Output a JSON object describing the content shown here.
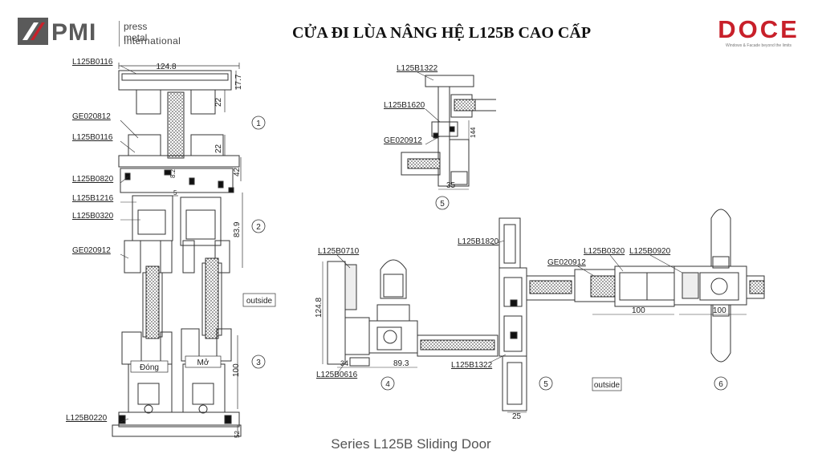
{
  "header": {
    "brand_name": "PMI",
    "brand_line1": "press metal",
    "brand_line2": "International",
    "title": "CỬA ĐI LÙA NÂNG HỆ L125B CAO CẤP",
    "doce_name": "DOCE",
    "doce_tagline": "Windows & Facade beyond the limits"
  },
  "section_left": {
    "labels": [
      "L125B0116",
      "GE020812",
      "L125B0116",
      "L125B0820",
      "L125B1216",
      "L125B0320",
      "GE020912",
      "L125B0220"
    ],
    "dims": [
      "124.8",
      "17.7",
      "22",
      "22",
      "42",
      "8.2",
      "5",
      "83.9",
      "100",
      "52"
    ],
    "markers": [
      "1",
      "2",
      "3"
    ],
    "outside": "outside",
    "dong": "Đóng",
    "mo": "Mở"
  },
  "section_top": {
    "labels": [
      "L125B1322",
      "L125B1620",
      "GE020912"
    ],
    "dims": [
      "144",
      "35"
    ],
    "marker": "5"
  },
  "section_bottom": {
    "labels": [
      "L125B0710",
      "L125B0616",
      "L125B1820",
      "L125B1322",
      "GE020912",
      "L125B0320",
      "L125B0920"
    ],
    "dims": [
      "124.8",
      "34",
      "89.3",
      "25",
      "100",
      "100"
    ],
    "markers": [
      "4",
      "5",
      "6"
    ],
    "outside": "outside"
  },
  "caption": "Series L125B Sliding Door"
}
